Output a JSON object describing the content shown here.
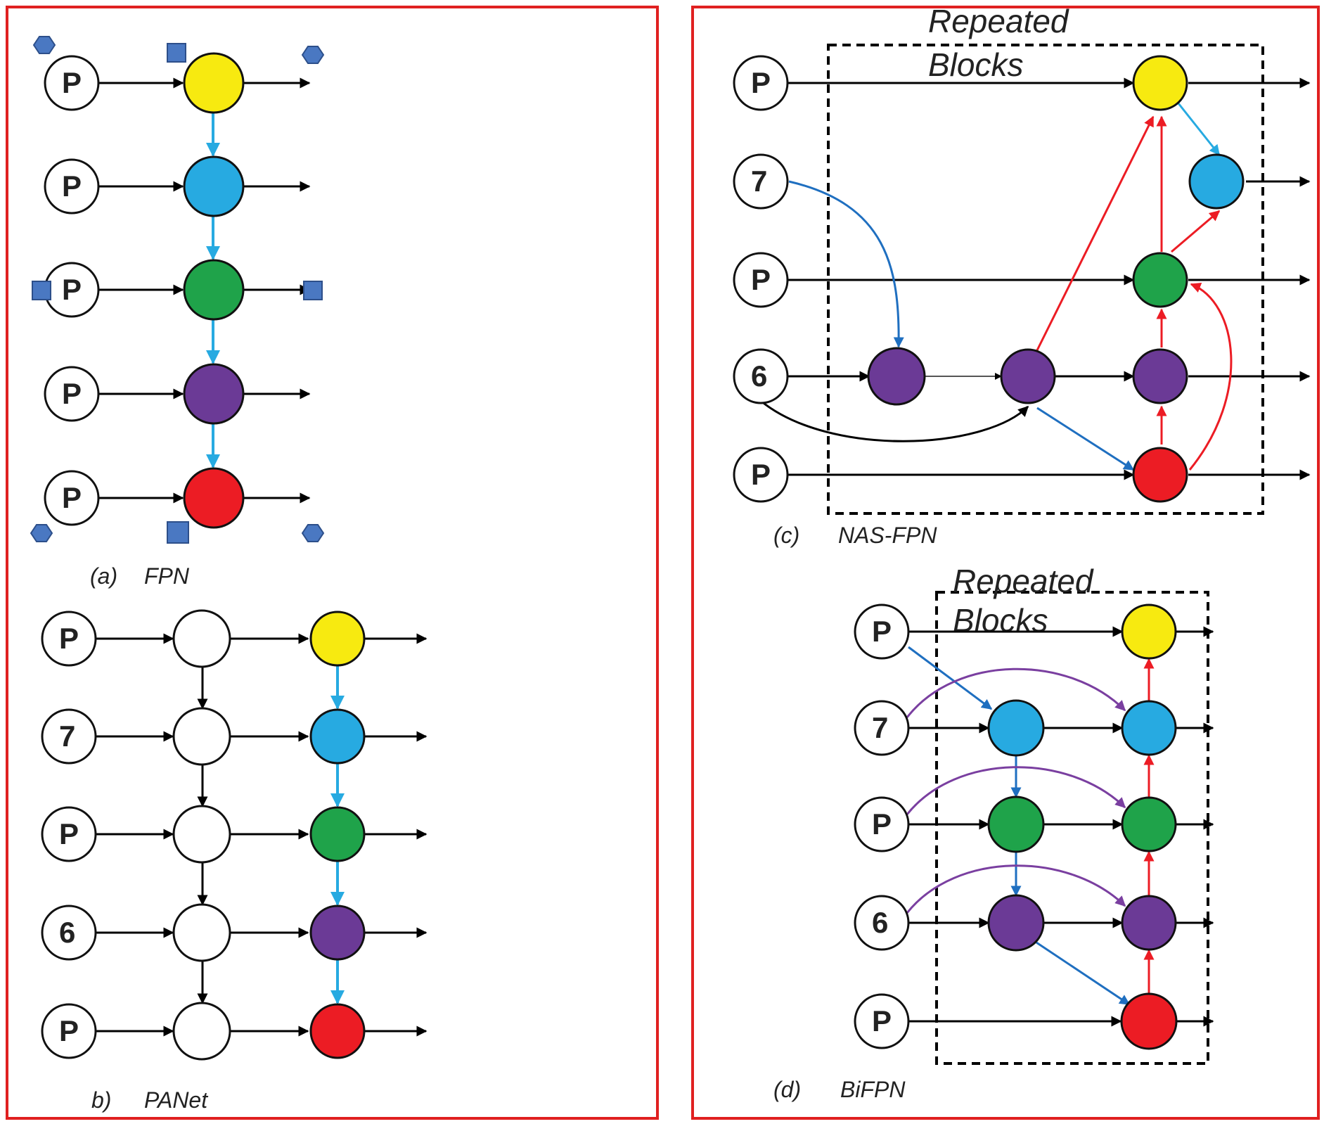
{
  "panels": {
    "a": {
      "caption_tag": "(a)",
      "caption_name": "FPN",
      "inputs": [
        "P",
        "P",
        "P",
        "P",
        "P"
      ]
    },
    "b": {
      "caption_tag": "b)",
      "caption_name": "PANet",
      "inputs": [
        "P",
        "7",
        "P",
        "6",
        "P"
      ]
    },
    "c": {
      "caption_tag": "(c)",
      "caption_name": "NAS-FPN",
      "inputs": [
        "P",
        "7",
        "P",
        "6",
        "P"
      ],
      "block_label_1": "Repeated",
      "block_label_2": "Blocks"
    },
    "d": {
      "caption_tag": "(d)",
      "caption_name": "BiFPN",
      "inputs": [
        "P",
        "7",
        "P",
        "6",
        "P"
      ],
      "block_label_1": "Repeated",
      "block_label_2": "Blocks"
    }
  },
  "colors": {
    "border": "#e02020",
    "level_fill": [
      "#f7ea10",
      "#27aae1",
      "#1fa34a",
      "#6b3a96",
      "#ec1c24"
    ],
    "top_down_edge": "#27aae1",
    "bottom_up_edge": "#ec1c24",
    "skip_edge": "#7a3fa0",
    "cross_edge": "#1f6fc0",
    "marker": "#4a78c2"
  }
}
